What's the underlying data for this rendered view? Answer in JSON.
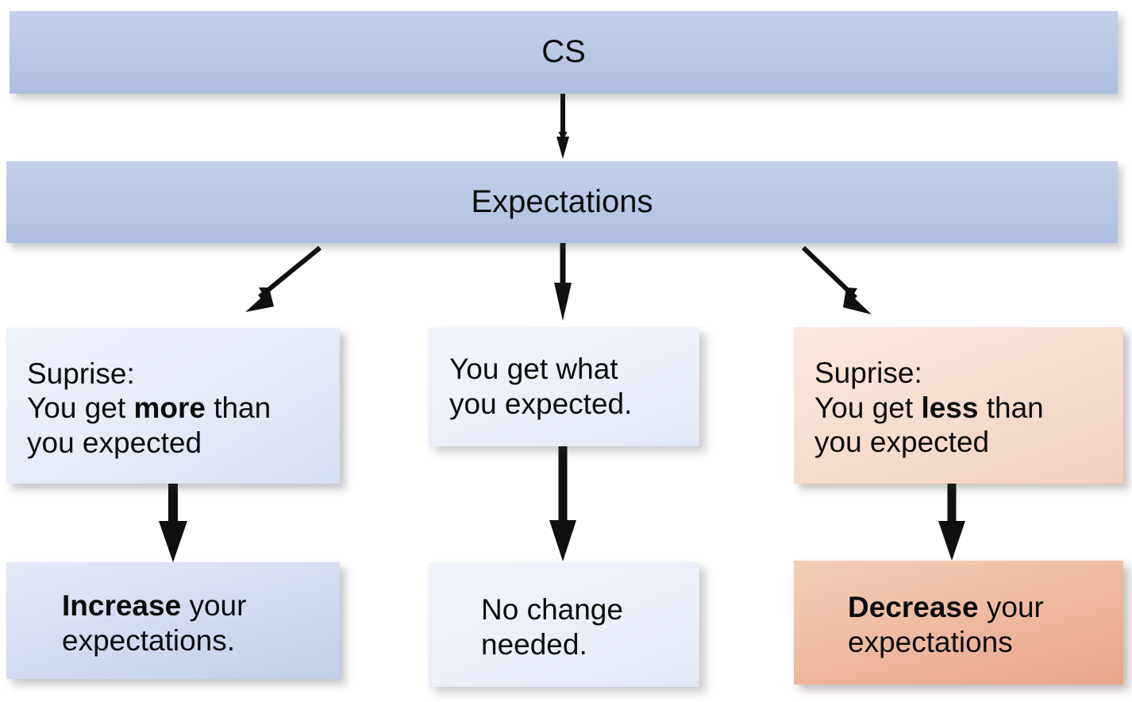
{
  "diagram": {
    "title": "CS expectation-update flow",
    "colors": {
      "bar_blue": "#bcc9e8",
      "box_blue_light": "#e6ecf7",
      "box_blue_strong": "#ccd6ec",
      "box_peach_light": "#f4d8c8",
      "box_peach_strong": "#ecb197",
      "arrow": "#101010",
      "background": "#ffffff"
    },
    "nodes": {
      "cs": {
        "label": "CS",
        "shape": "wide-bar",
        "fill": "bar_blue"
      },
      "expectations": {
        "label": "Expectations",
        "shape": "wide-bar",
        "fill": "bar_blue"
      },
      "surprise_more": {
        "line1": "Suprise:",
        "line2_pre": "You get ",
        "line2_bold": "more",
        "line2_post": " than",
        "line3": "you expected",
        "shape": "box",
        "fill": "box_blue_light"
      },
      "as_expected": {
        "line1": "You get what",
        "line2": "you expected.",
        "shape": "box",
        "fill": "box_blue_light"
      },
      "surprise_less": {
        "line1": "Suprise:",
        "line2_pre": "You get ",
        "line2_bold": "less",
        "line2_post": " than",
        "line3": "you expected",
        "shape": "box",
        "fill": "box_peach_light"
      },
      "increase": {
        "line1_bold": "Increase",
        "line1_post": " your",
        "line2": "expectations.",
        "shape": "box",
        "fill": "box_blue_strong"
      },
      "no_change": {
        "line1": "No change",
        "line2": "needed.",
        "shape": "box",
        "fill": "box_blue_light"
      },
      "decrease": {
        "line1_bold": "Decrease",
        "line1_post": " your",
        "line2": "expectations",
        "shape": "box",
        "fill": "box_peach_strong"
      }
    },
    "edges": [
      {
        "name": "cs-to-expectations",
        "from": "cs",
        "to": "expectations",
        "direction": "down"
      },
      {
        "name": "expectations-to-surprise-more",
        "from": "expectations",
        "to": "surprise_more",
        "direction": "down-left"
      },
      {
        "name": "expectations-to-as-expected",
        "from": "expectations",
        "to": "as_expected",
        "direction": "down"
      },
      {
        "name": "expectations-to-surprise-less",
        "from": "expectations",
        "to": "surprise_less",
        "direction": "down-right"
      },
      {
        "name": "surprise-more-to-increase",
        "from": "surprise_more",
        "to": "increase",
        "direction": "down"
      },
      {
        "name": "as-expected-to-no-change",
        "from": "as_expected",
        "to": "no_change",
        "direction": "down"
      },
      {
        "name": "surprise-less-to-decrease",
        "from": "surprise_less",
        "to": "decrease",
        "direction": "down"
      }
    ]
  }
}
